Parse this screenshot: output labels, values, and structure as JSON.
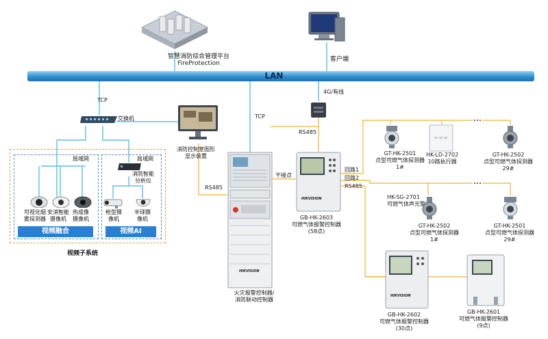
{
  "platform": {
    "line1": "智慧消防综合管理平台",
    "line2": "FireProtection"
  },
  "client": {
    "label": "客户端"
  },
  "lan": {
    "label": "LAN"
  },
  "links": {
    "tcp_left": "TCP",
    "tcp_center": "TCP",
    "fourg": "4G/有线",
    "rs485_top": "RS485",
    "rs485_left": "RS485",
    "rs485_right": "RS485",
    "trunk": "干接点",
    "loop1": "回路1",
    "loop2": "回路2"
  },
  "switch": {
    "label": "交换机"
  },
  "display": {
    "line1": "消防控制室图形",
    "line2": "显示装置"
  },
  "video": {
    "lan_left": "局域网",
    "lan_right": "局域网",
    "analyzer": {
      "line1": "消防智能",
      "line2": "分析仪"
    },
    "cam1": {
      "line1": "可视化烟",
      "line2": "雾探测器"
    },
    "cam2": {
      "line1": "安消智能",
      "line2": "摄像机"
    },
    "cam3": {
      "line1": "热成像",
      "line2": "摄像机"
    },
    "cam4": {
      "line1": "枪型摄",
      "line2": "像机"
    },
    "cam5": {
      "line1": "半球摄",
      "line2": "像机"
    },
    "band_fusion": "视频融合",
    "band_ai": "视频AI",
    "subsystem": "视频子系统"
  },
  "fire_panel": {
    "line1": "火灾报警控制器/",
    "line2": "消防联动控制器",
    "brand": "HIKVISION"
  },
  "gas_main": {
    "model": "GB-HK-2603",
    "name": "可燃气体报警控制器",
    "points": "(58点)",
    "brand": "HIKVISION"
  },
  "detectors": {
    "d1": {
      "model": "GT-HK-2501",
      "name": "点型可燃气体探测器",
      "num": "1#"
    },
    "d2": {
      "model": "HK-LD-2702",
      "name": "10路执行器"
    },
    "d3": {
      "model": "GT-HK-2502",
      "name": "点型可燃气体探测器",
      "num": "29#"
    },
    "alarm": {
      "model": "HK-SG-2701",
      "name": "可燃气体声光警灯"
    },
    "d4": {
      "model": "GT-HK-2502",
      "name": "点型可燃气体探测器",
      "num": "1#"
    },
    "d5": {
      "model": "GT-HK-2501",
      "name": "点型可燃气体探测器",
      "num": "29#"
    }
  },
  "controllers": {
    "c1": {
      "model": "GB-HK-2602",
      "name": "可燃气体报警控制器",
      "points": "(30点)",
      "brand": "HIKVISION"
    },
    "c2": {
      "model": "GB-HK-2601",
      "name": "可燃气体报警控制器",
      "points": "(9点)"
    }
  },
  "colors": {
    "lan": "#2f8fd0",
    "cyan_line": "#38b6d8",
    "orange_line": "#f0b030",
    "band_blue": "#2a7fd4"
  }
}
